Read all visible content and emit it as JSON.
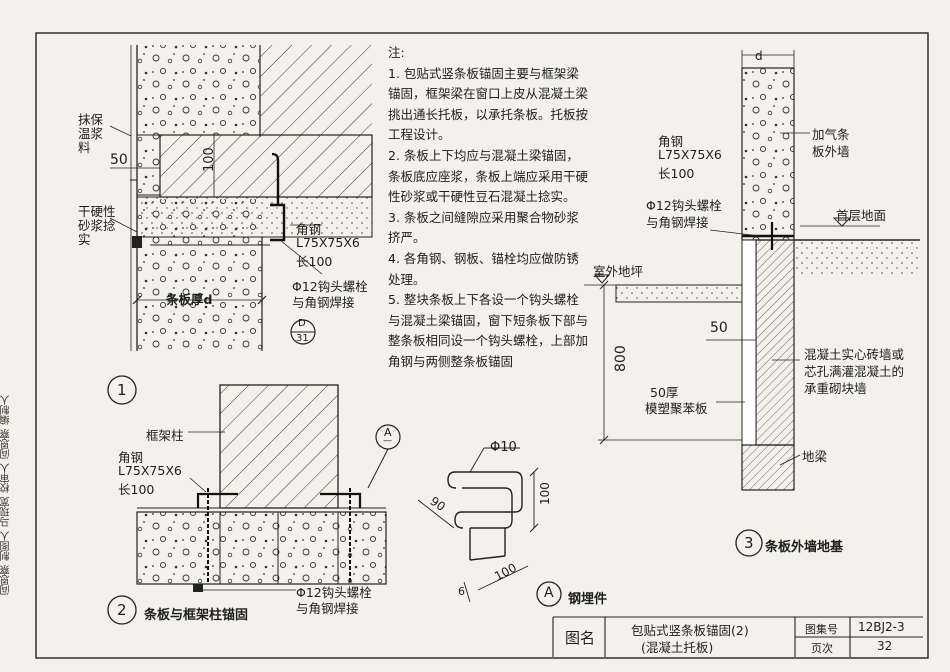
{
  "side_band": [
    "编制人",
    "阎恩察",
    "校审人",
    "马现宽",
    "制图人",
    "阎恩察"
  ],
  "notes": {
    "heading": "注:",
    "items": [
      "1. 包贴式竖条板锚固主要与框架梁锚固，框架梁在窗口上皮从混凝土梁挑出通长托板，以承托条板。托板按工程设计。",
      "2. 条板上下均应与混凝土梁锚固，条板底应座浆，条板上端应采用干硬性砂浆或干硬性豆石混凝土捻实。",
      "3. 条板之间缝隙应采用聚合物砂浆挤严。",
      "4. 各角钢、钢板、锚栓均应做防锈处理。",
      "5. 整块条板上下各设一个钩头螺栓与混凝土梁锚固，窗下短条板下部与整条板相同设一个钩头螺栓，上部加角钢与两侧整条板锚固"
    ]
  },
  "detail1": {
    "number": "1",
    "labels": {
      "plaster": "抹保温浆料",
      "dim50": "50",
      "dim100": "100",
      "mortar": "干硬性砂浆捻实",
      "angle": "角钢",
      "angle_spec": "L75X75X6",
      "angle_len": "长100",
      "bolt": "Φ12钩头螺栓",
      "bolt_weld": "与角钢焊接",
      "thickness": "条板厚d",
      "ref_top": "D",
      "ref_bottom": "31"
    }
  },
  "detail2": {
    "number": "2",
    "title": "条板与框架柱锚固",
    "labels": {
      "column": "框架柱",
      "angle": "角钢",
      "angle_spec": "L75X75X6",
      "angle_len": "长100",
      "bolt": "Φ12钩头螺栓",
      "bolt_weld": "与角钢焊接",
      "ref": "A",
      "ref_dash": "—"
    }
  },
  "detailA": {
    "number": "A",
    "title": "钢埋件",
    "labels": {
      "dia": "Φ10",
      "dim90": "90",
      "dim100a": "100",
      "dim100b": "100",
      "dim6": "6"
    }
  },
  "detail3": {
    "number": "3",
    "title": "条板外墙地基",
    "labels": {
      "d": "d",
      "wall": "加气条",
      "wall2": "板外墙",
      "angle": "角钢",
      "angle_spec": "L75X75X6",
      "angle_len": "长100",
      "bolt": "Φ12钩头螺栓",
      "bolt_weld": "与角钢焊接",
      "floor": "首层地面",
      "outdoor": "室外地坪",
      "dim50": "50",
      "dim800": "800",
      "eps1": "50厚",
      "eps2": "模塑聚苯板",
      "brick1": "混凝土实心砖墙或",
      "brick2": "芯孔满灌混凝土的",
      "brick3": "承重砌块墙",
      "beam": "地梁"
    }
  },
  "title_block": {
    "label_tuming": "图名",
    "title_line1": "包贴式竖条板锚固(2)",
    "title_line2": "(混凝土托板)",
    "atlas_label": "图集号",
    "atlas_no": "12BJ2-3",
    "page_label": "页次",
    "page_no": "32"
  }
}
